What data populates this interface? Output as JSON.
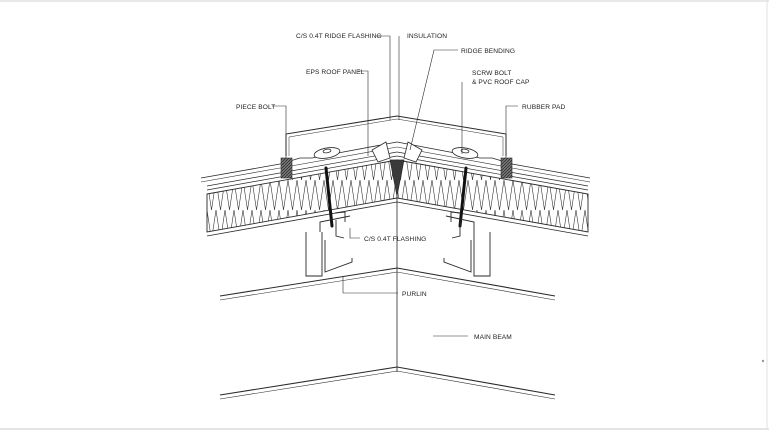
{
  "labels": {
    "ridge_flashing": "C/S 0.4T RIDGE FLASHING",
    "insulation": "INSULATION",
    "ridge_bending": "RIDGE BENDING",
    "eps_roof_panel": "EPS ROOF PANEL",
    "screw_bolt_1": "SCRW BOLT",
    "screw_bolt_2": "& PVC ROOF CAP",
    "piece_bolt": "PIECE BOLT",
    "rubber_pad": "RUBBER PAD",
    "cs_flashing": "C/S 0.4T FLASHING",
    "purlin": "PURLIN",
    "main_beam": "MAIN BEAM"
  },
  "colors": {
    "line": "#2a2a2a",
    "fill_dark": "#555555",
    "background": "#ffffff"
  }
}
